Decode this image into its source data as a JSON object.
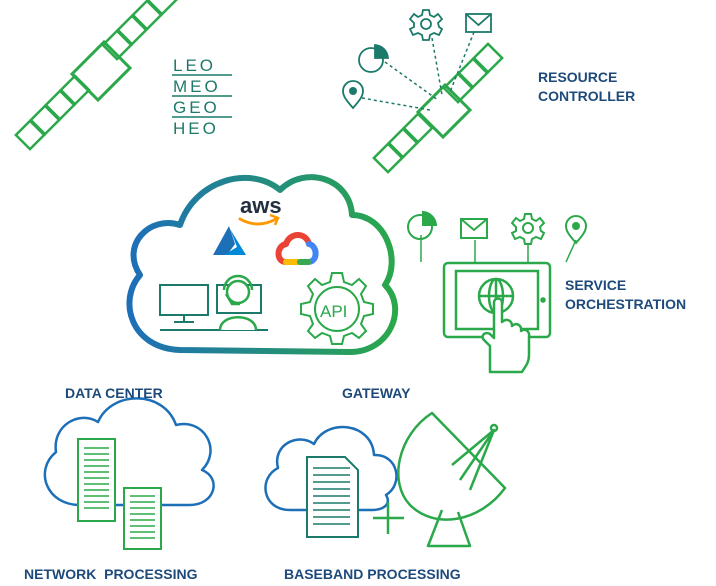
{
  "satellite_orbits": [
    "LEO",
    "MEO",
    "GEO",
    "HEO"
  ],
  "labels": {
    "resource_controller": [
      "RESOURCE",
      "CONTROLLER"
    ],
    "service_orchestration": [
      "SERVICE",
      "ORCHESTRATION"
    ],
    "data_center": "DATA CENTER",
    "gateway": "GATEWAY",
    "network_processing": "NETWORK  PROCESSING",
    "baseband_processing": "BASEBAND PROCESSING"
  },
  "cloud": {
    "provider_logo": "aws",
    "api_badge": "API"
  },
  "icons": [
    "satellite-icon",
    "gear-icon",
    "mail-icon",
    "pie-chart-icon",
    "location-pin-icon",
    "azure-logo-icon",
    "google-cloud-logo-icon",
    "monitor-icon",
    "headset-agent-icon",
    "tablet-globe-icon",
    "hand-pointer-icon",
    "server-rack-icon",
    "satellite-dish-icon",
    "plus-icon"
  ],
  "colors": {
    "green": "#2aa84a",
    "teal": "#1c7a6a",
    "navy": "#1d4a7a",
    "blue": "#1d6fb8",
    "azure": "#0089d6",
    "aws_orange": "#ff9900"
  }
}
